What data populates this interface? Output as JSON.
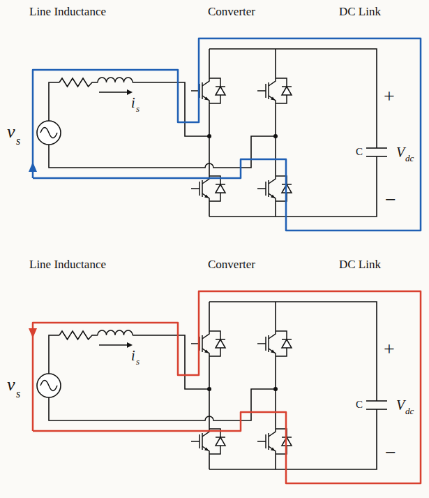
{
  "diagram": {
    "labels": [
      "Line Inductance",
      "Converter",
      "DC Link",
      "i",
      "s",
      "v",
      "s",
      "C",
      "V",
      "dc",
      "+",
      "−",
      "Line Inductance",
      "Converter",
      "DC Link",
      "i",
      "s",
      "v",
      "s",
      "C",
      "V",
      "dc",
      "+",
      "−"
    ]
  }
}
